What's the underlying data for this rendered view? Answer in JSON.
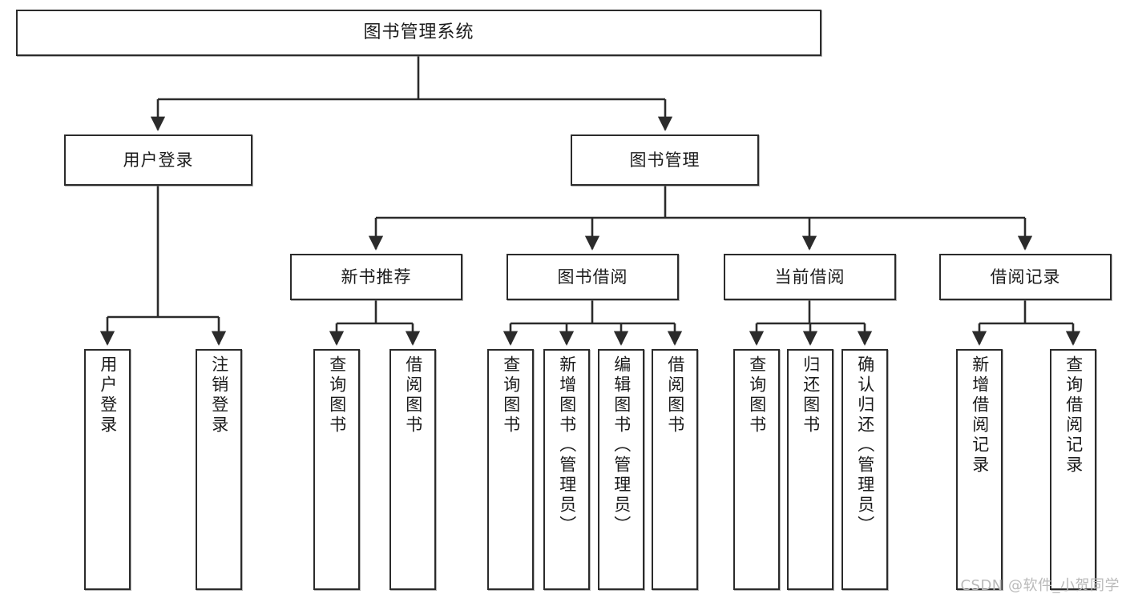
{
  "diagram": {
    "type": "tree",
    "title": "图书管理系统",
    "watermark": "CSDN @软件_小贺同学",
    "colors": {
      "box_border": "#2b2b2b",
      "box_fill": "#ffffff",
      "connector": "#2b2b2b",
      "text": "#1b1b1b",
      "watermark": "#b9b9b9"
    },
    "levels": {
      "root": "图书管理系统",
      "level2": [
        "用户登录",
        "图书管理"
      ],
      "level3": [
        "新书推荐",
        "图书借阅",
        "当前借阅",
        "借阅记录"
      ],
      "leaves": [
        "用户登录",
        "注销登录",
        "查询图书",
        "借阅图书",
        "查询图书",
        "新增图书（管理员）",
        "编辑图书（管理员）",
        "借阅图书",
        "查询图书",
        "归还图书",
        "确认归还（管理员）",
        "新增借阅记录",
        "查询借阅记录"
      ]
    },
    "nodes": {
      "root": {
        "label": "图书管理系统"
      },
      "user_login": {
        "label": "用户登录"
      },
      "book_manage": {
        "label": "图书管理"
      },
      "new_book_rec": {
        "label": "新书推荐"
      },
      "book_borrow": {
        "label": "图书借阅"
      },
      "current_borrow": {
        "label": "当前借阅"
      },
      "borrow_record": {
        "label": "借阅记录"
      },
      "leaf_user_login": {
        "label": "用户登录"
      },
      "leaf_user_logout": {
        "label": "注销登录"
      },
      "leaf_rec_query_book": {
        "label": "查询图书"
      },
      "leaf_rec_borrow_book": {
        "label": "借阅图书"
      },
      "leaf_bb_query_book": {
        "label": "查询图书"
      },
      "leaf_bb_add_book": {
        "label": "新增图书（管理员）"
      },
      "leaf_bb_edit_book": {
        "label": "编辑图书（管理员）"
      },
      "leaf_bb_borrow_book": {
        "label": "借阅图书"
      },
      "leaf_cb_query_book": {
        "label": "查询图书"
      },
      "leaf_cb_return_book": {
        "label": "归还图书"
      },
      "leaf_cb_confirm_return": {
        "label": "确认归还（管理员）"
      },
      "leaf_br_add_record": {
        "label": "新增借阅记录"
      },
      "leaf_br_query_record": {
        "label": "查询借阅记录"
      }
    }
  }
}
